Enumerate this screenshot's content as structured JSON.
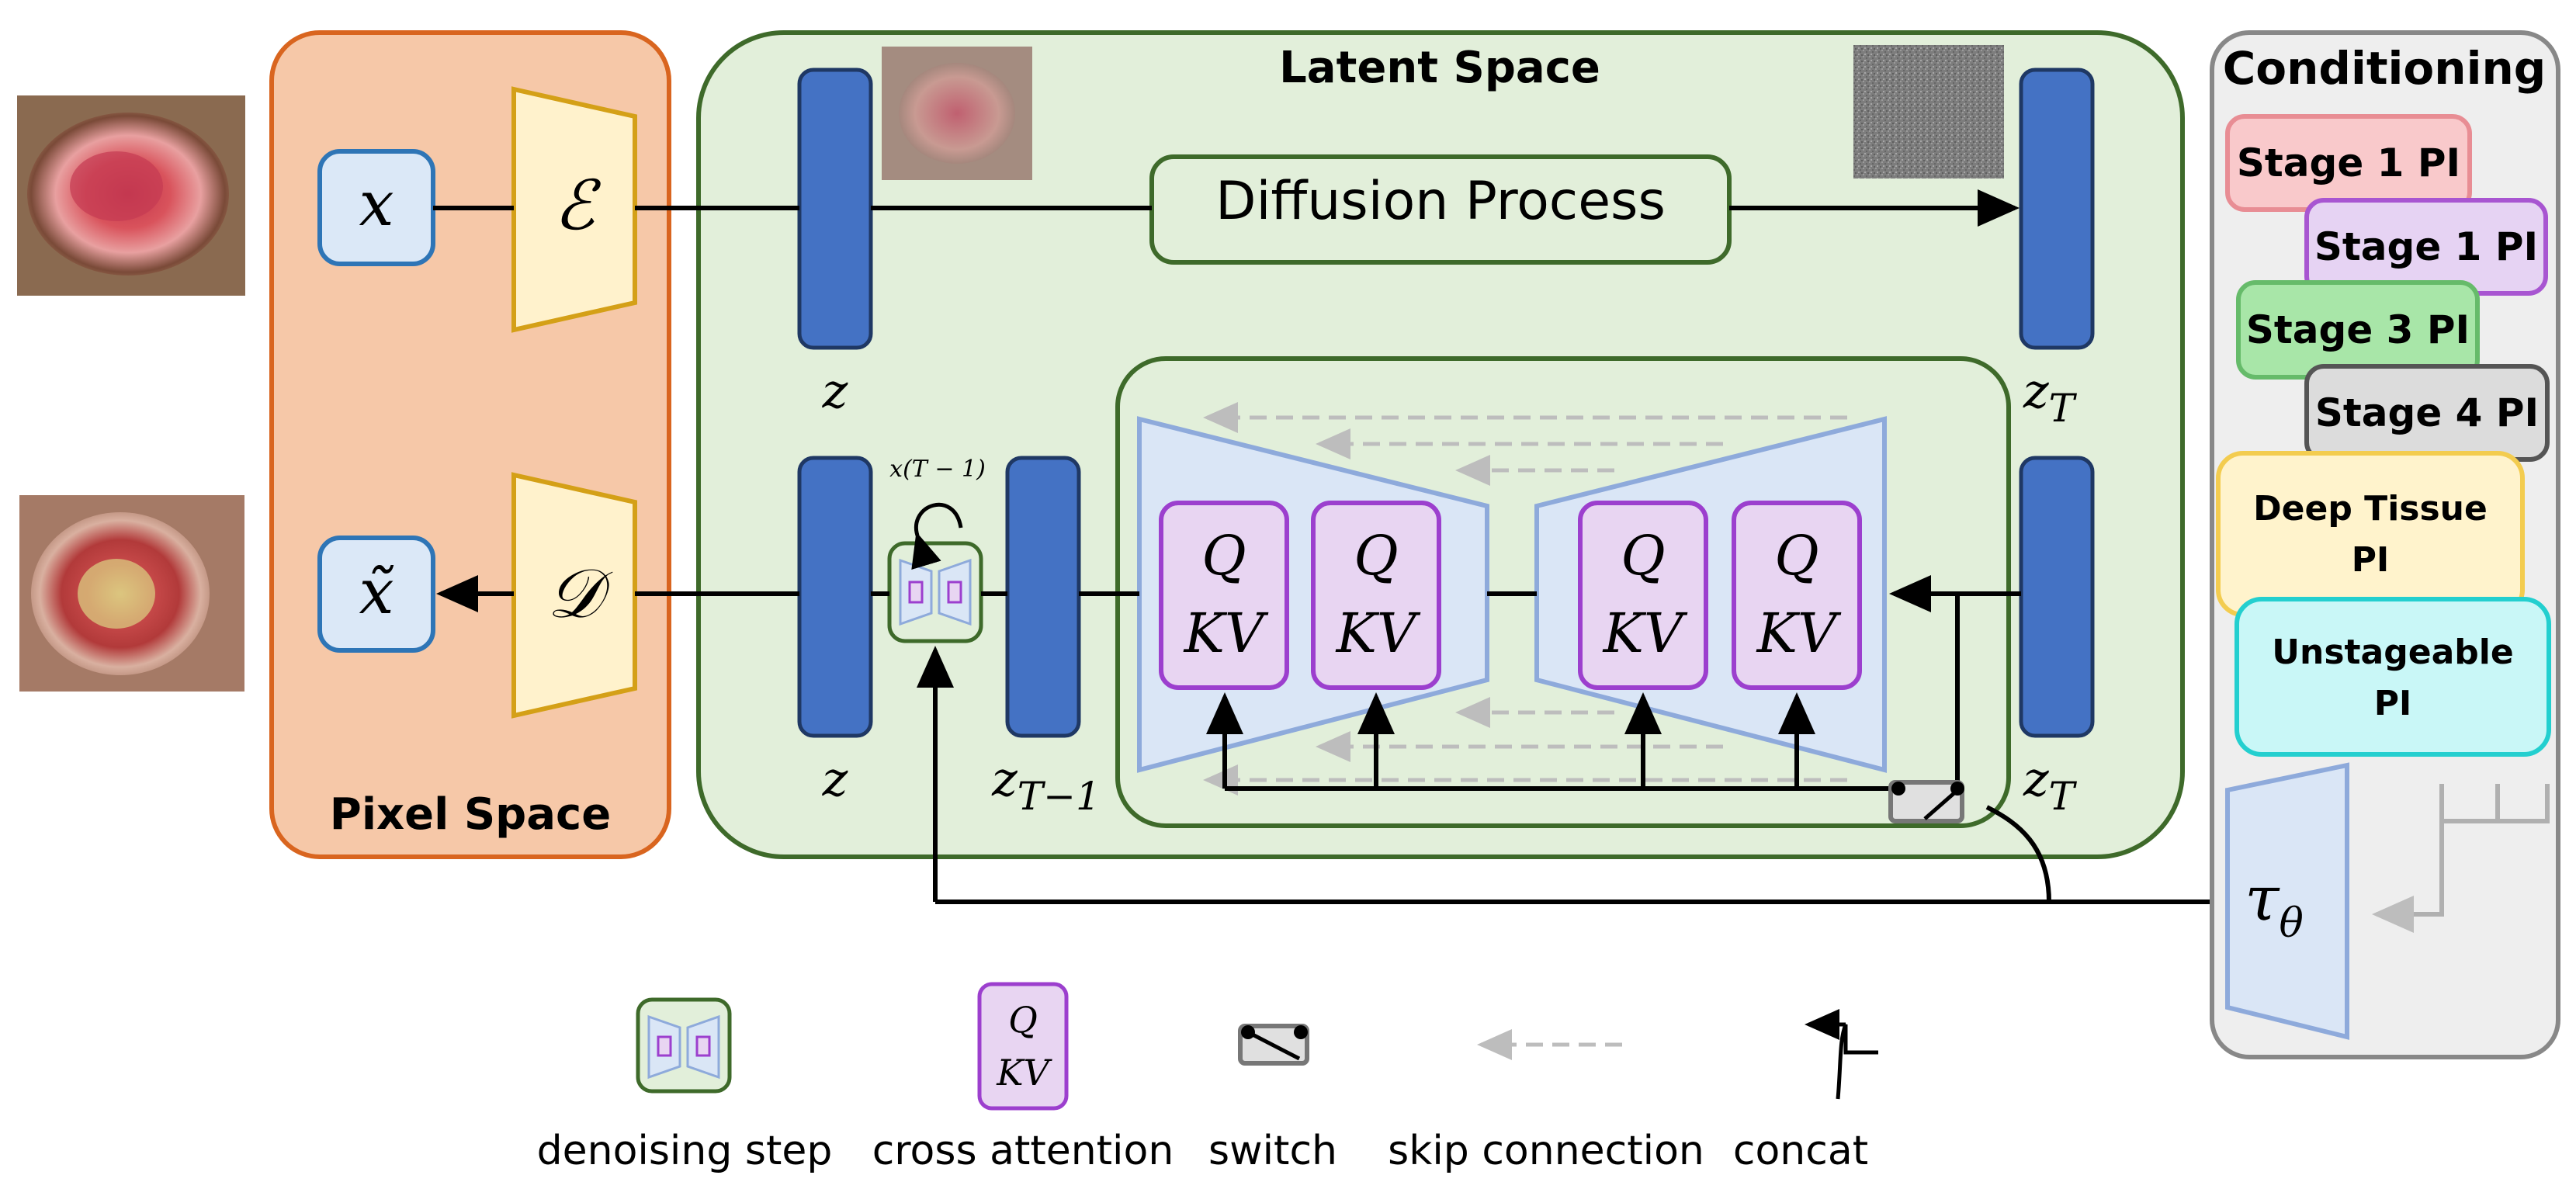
{
  "panels": {
    "pixel_space": "Pixel Space",
    "latent_space": "Latent Space",
    "conditioning": "Conditioning"
  },
  "pixel": {
    "x_symbol": "x",
    "x_tilde_symbol": "x̃",
    "encoder_symbol": "ℰ",
    "decoder_symbol": "𝒟"
  },
  "latent": {
    "diffusion_label": "Diffusion Process",
    "z_top": "z",
    "z_bottom": "z",
    "zT_top_base": "z",
    "zT_top_sub": "T",
    "zT_bottom_base": "z",
    "zT_bottom_sub": "T",
    "zT1_base": "z",
    "zT1_sub": "T−1",
    "denoise_annotation": "x(T − 1)",
    "attn_q": "Q",
    "attn_kv": "KV"
  },
  "conditioning": {
    "labels": [
      "Stage 1 PI",
      "Stage 1 PI",
      "Stage 3 PI",
      "Stage 4 PI",
      "Deep Tissue PI",
      "Unstageable PI"
    ],
    "colors": {
      "stage1a_fill": "#f9c9cb",
      "stage1a_stroke": "#e88d94",
      "stage1b_fill": "#e6d3f3",
      "stage1b_stroke": "#a855d1",
      "stage3_fill": "#a8e6a8",
      "stage3_stroke": "#66bb6a",
      "stage4_fill": "#dcdcdc",
      "stage4_stroke": "#555555",
      "deep_fill": "#fff3cc",
      "deep_stroke": "#f3cc4f",
      "unst_fill": "#c9f7f7",
      "unst_stroke": "#23cfcf"
    },
    "tau_symbol": "τ",
    "tau_sub": "θ"
  },
  "legend": {
    "denoising_step": "denoising step",
    "cross_attention": "cross attention",
    "switch": "switch",
    "skip_connection": "skip connection",
    "concat": "concat",
    "icon_q": "Q",
    "icon_kv": "KV"
  },
  "colors": {
    "pixel_fill": "#f6c8a8",
    "pixel_stroke": "#d9651f",
    "latent_fill": "#e2efda",
    "latent_stroke": "#3e6a2a",
    "cond_fill": "#eeeeee",
    "cond_stroke": "#888888",
    "block_blue": "#4472c4",
    "block_blue_stroke": "#1f3864",
    "xbox_fill": "#dbe8f7",
    "xbox_stroke": "#2e75b6",
    "enc_fill": "#fff2cc",
    "enc_stroke": "#d4a017",
    "unet_fill": "#dae6f6",
    "unet_stroke": "#8eaadb",
    "attn_fill": "#e8d5f2",
    "attn_stroke": "#9c3fce",
    "skip_gray": "#bdbdbd"
  }
}
